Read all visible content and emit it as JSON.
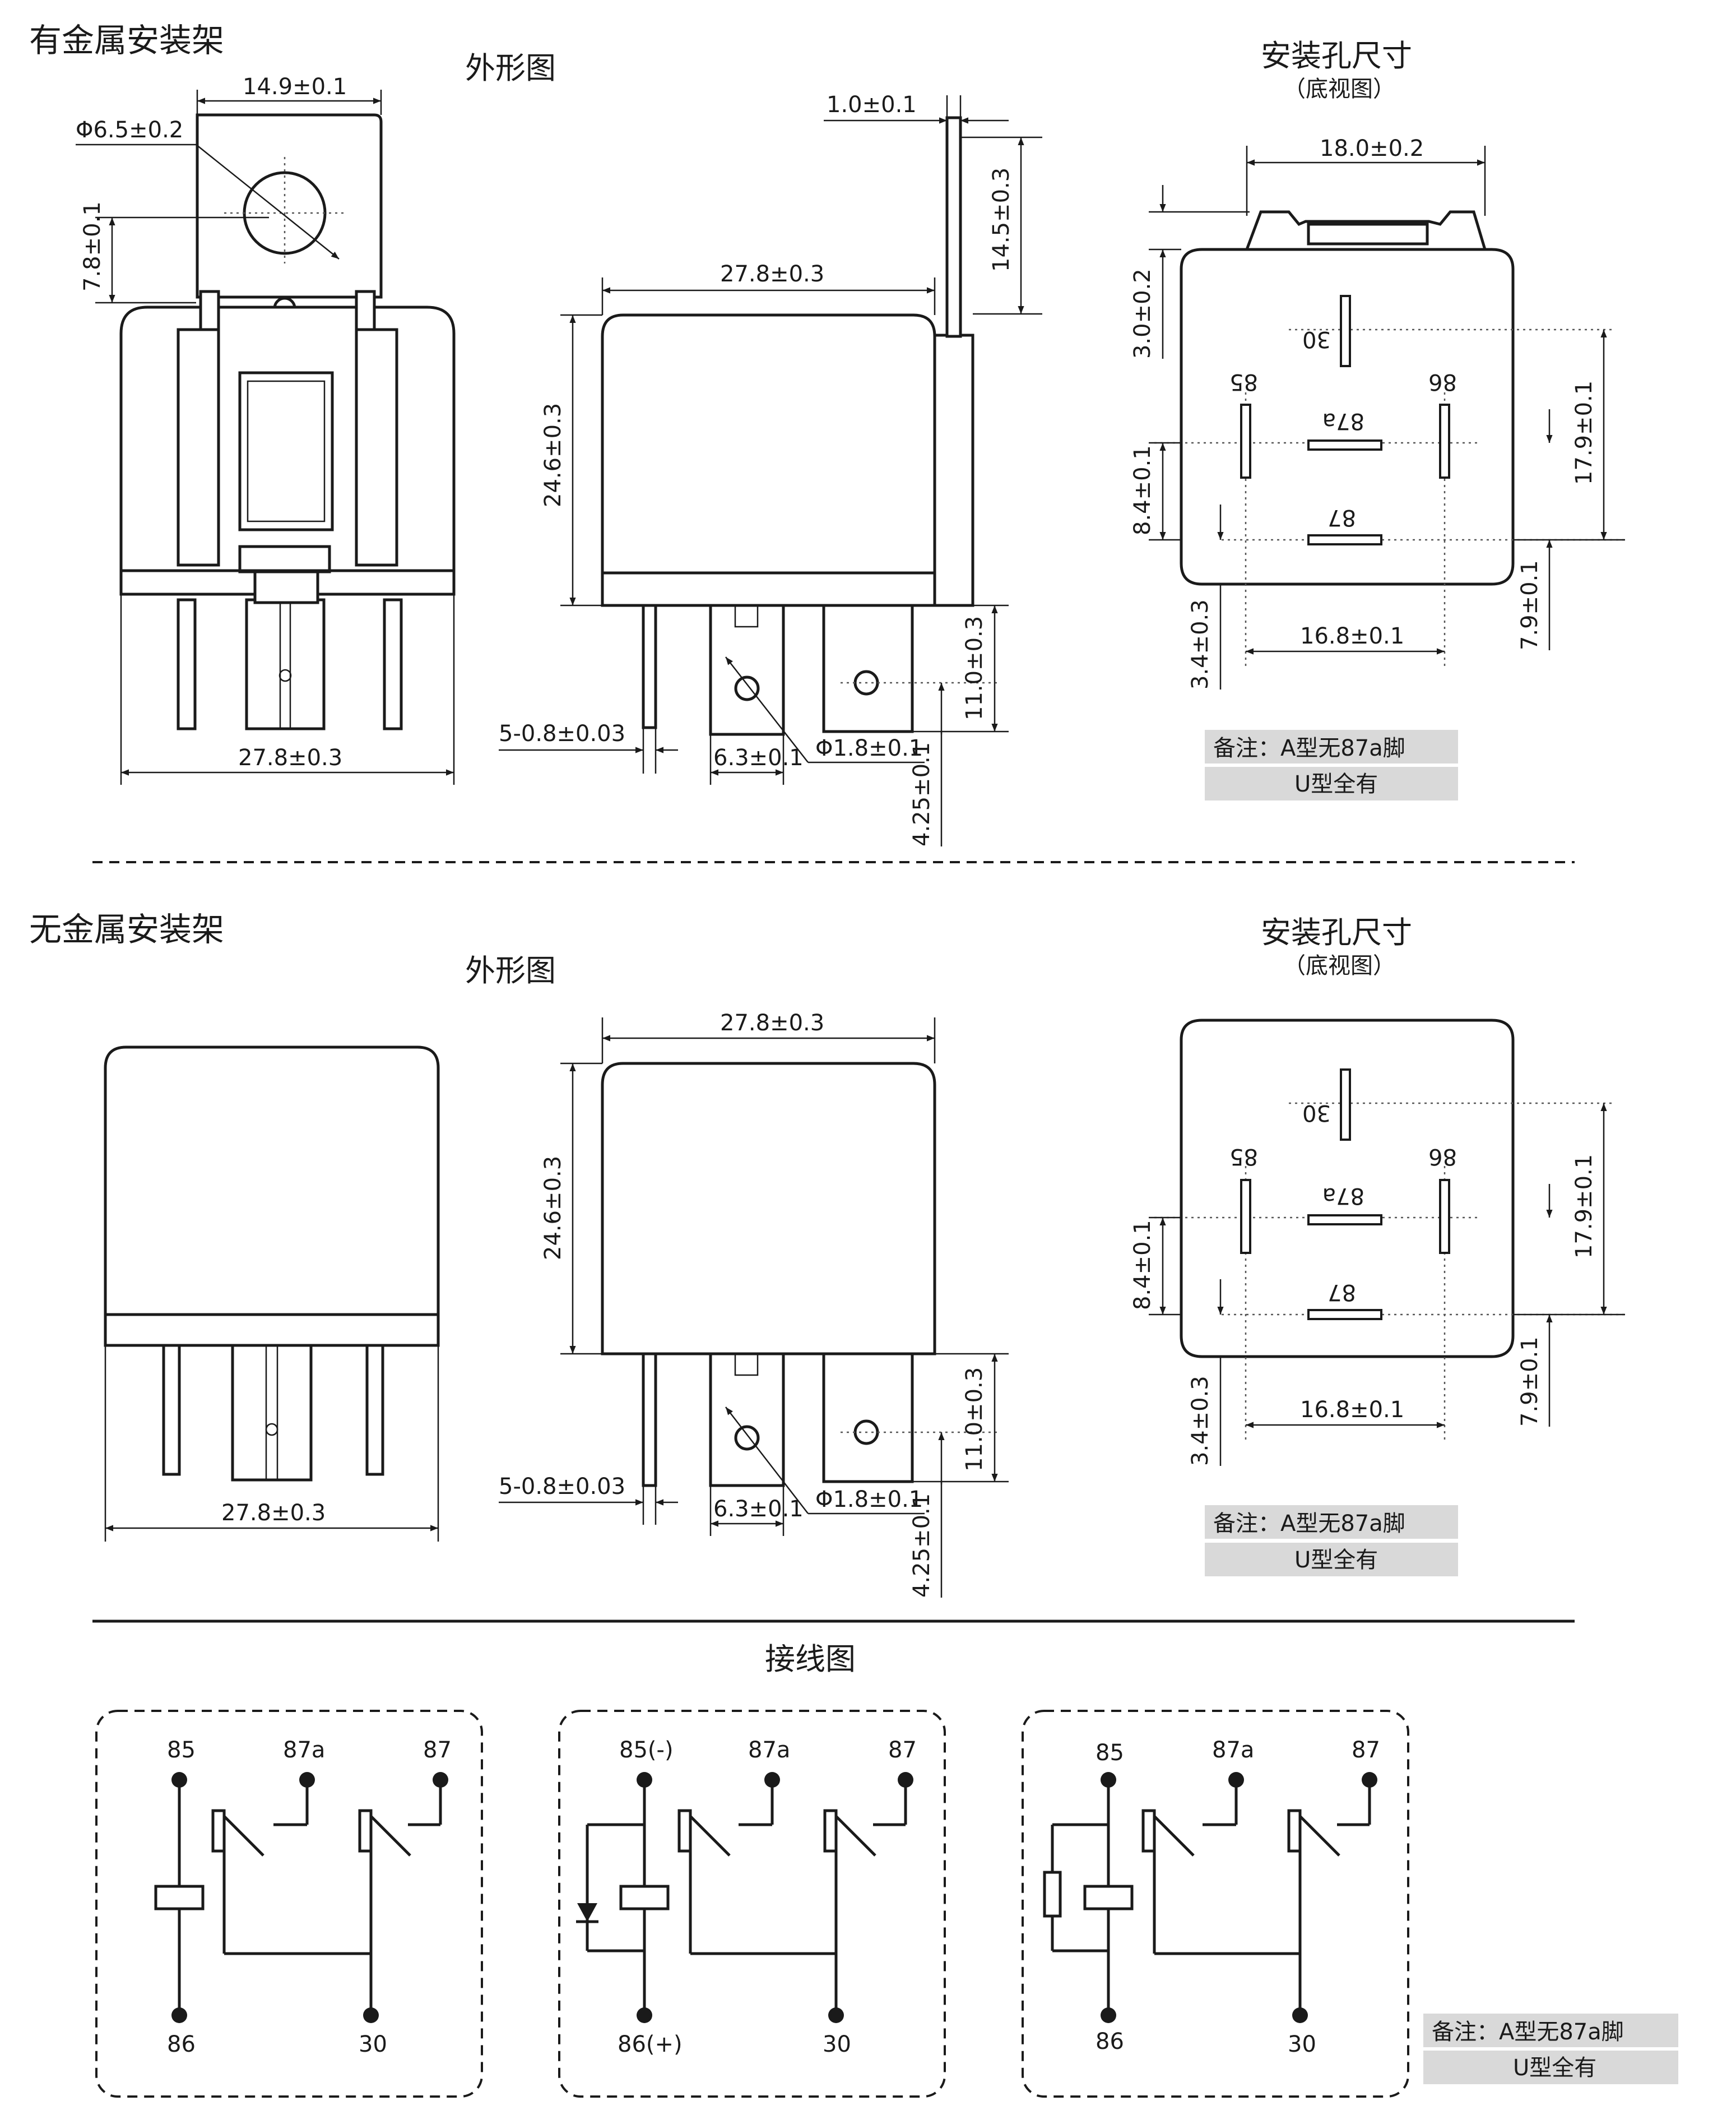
{
  "sections": {
    "with_bracket": {
      "title": "有金属安装架",
      "outline_title": "外形图",
      "hole_title": "安装孔尺寸",
      "hole_subtitle": "（底视图）"
    },
    "without_bracket": {
      "title": "无金属安装架",
      "outline_title": "外形图",
      "hole_title": "安装孔尺寸",
      "hole_subtitle": "（底视图）"
    },
    "wiring": {
      "title": "接线图"
    }
  },
  "dims": {
    "bracket_width": "14.9±0.1",
    "bracket_hole": "Φ6.5±0.2",
    "bracket_hole_pos": "7.8±0.1",
    "width_front": "27.8±0.3",
    "width_side": "27.8±0.3",
    "height": "24.6±0.3",
    "bracket_thickness": "1.0±0.1",
    "bracket_height": "14.5±0.3",
    "pin_thickness": "5-0.8±0.03",
    "pin_width": "6.3±0.1",
    "pin_hole": "Φ1.8±0.1",
    "pin_length": "11.0±0.3",
    "pin_hole_pos": "4.25±0.1",
    "hole_width": "18.0±0.2",
    "hole_top": "3.0±0.2",
    "hole_spacing_h": "16.8±0.1",
    "hole_spacing_v": "17.9±0.1",
    "hole_87_87a": "8.4±0.1",
    "hole_edge": "3.4±0.3",
    "hole_bottom": "7.9±0.1"
  },
  "pins": {
    "p30": "30",
    "p85": "85",
    "p86": "86",
    "p87": "87",
    "p87a": "87a"
  },
  "wiring": {
    "d1": {
      "tl": "85",
      "tm": "87a",
      "tr": "87",
      "bl": "86",
      "br": "30"
    },
    "d2": {
      "tl": "85(-)",
      "tm": "87a",
      "tr": "87",
      "bl": "86(+)",
      "br": "30"
    },
    "d3": {
      "tl": "85",
      "tm": "87a",
      "tr": "87",
      "bl": "86",
      "br": "30"
    }
  },
  "note": {
    "line1": "备注：A型无87a脚",
    "line2": "U型全有"
  }
}
